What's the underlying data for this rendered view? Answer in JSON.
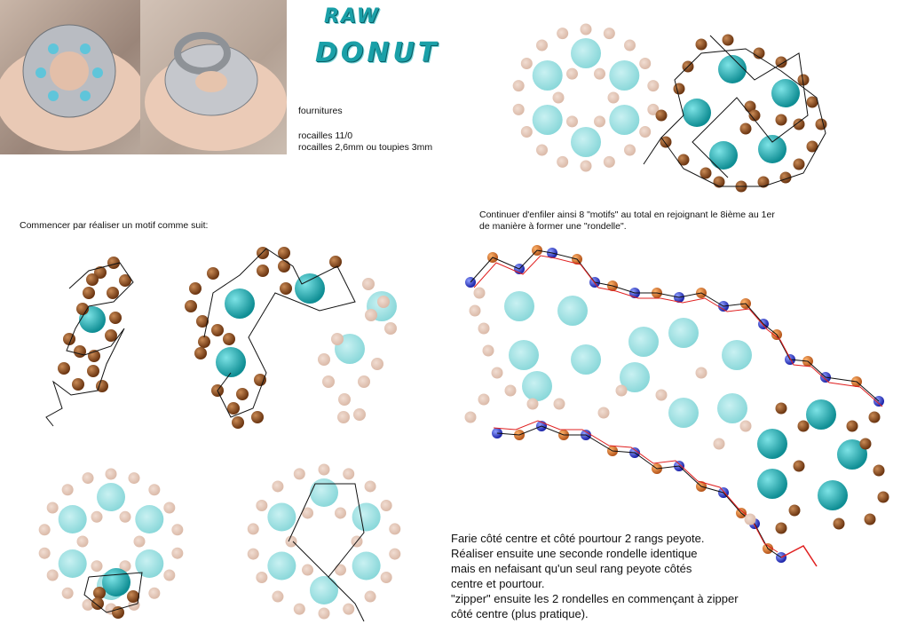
{
  "header": {
    "title_line1": "RAW",
    "title_line2": "DONUT"
  },
  "supplies": {
    "heading": "fournitures",
    "item1": "rocailles 11/0",
    "item2": "rocailles 2,6mm ou toupies 3mm"
  },
  "steps": {
    "step1": "Commencer par réaliser un motif comme suit:",
    "step2_line1": "Continuer d'enfiler ainsi 8 \"motifs\" au total en rejoignant le 8ième au 1er",
    "step2_line2": "de manière à former une \"rondelle\".",
    "final_lines": [
      "Farie côté centre et côté pourtour 2 rangs peyote.",
      "Réaliser ensuite une seconde rondelle identique",
      "mais en nefaisant qu'un seul rang peyote côtés",
      "centre et pourtour.",
      "\"zipper\" ensuite les 2 rondelles en commençant à zipper",
      "côté centre (plus pratique)."
    ]
  },
  "colors": {
    "bronze_bead": "#8a4a1c",
    "turquoise_bead": "#22b3b8",
    "ghost_bead": "#e6cbbd",
    "ghost_turquoise": "#9fe3e4",
    "blue_bead": "#2a3bd0",
    "orange_bead": "#e07a28",
    "thread": "#111111",
    "thread_red": "#e02020",
    "title": "#1aa0a8"
  }
}
